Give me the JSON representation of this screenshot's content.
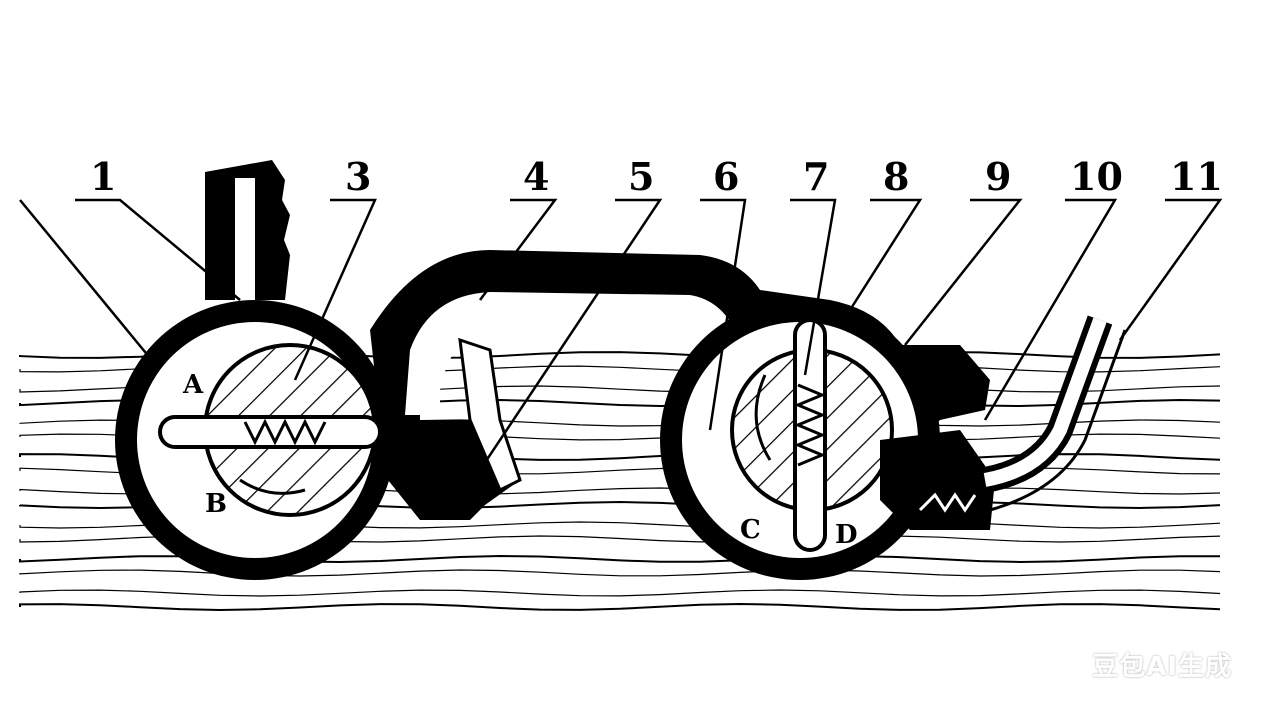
{
  "callouts": [
    {
      "label": "1"
    },
    {
      "label": "3"
    },
    {
      "label": "4"
    },
    {
      "label": "5"
    },
    {
      "label": "6"
    },
    {
      "label": "7"
    },
    {
      "label": "8"
    },
    {
      "label": "9"
    },
    {
      "label": "10"
    },
    {
      "label": "11"
    }
  ],
  "points": [
    {
      "label": "A"
    },
    {
      "label": "B"
    },
    {
      "label": "C"
    },
    {
      "label": "D"
    }
  ],
  "watermark": "豆包AI生成",
  "colors": {
    "ink": "#000000",
    "paper": "#ffffff"
  }
}
